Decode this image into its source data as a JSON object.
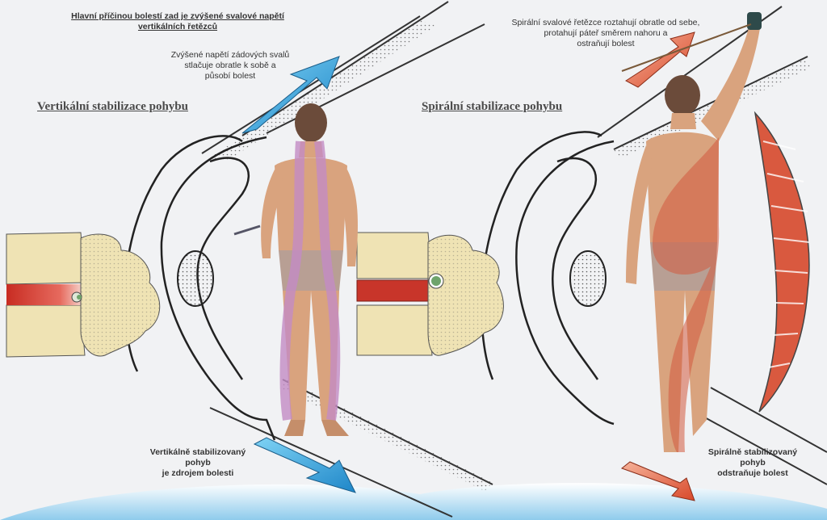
{
  "top_left": {
    "line1": "Hlavní příčinou bolestí zad je zvýšené svalové napětí",
    "line2": "vertikálních řetězců"
  },
  "left_note": {
    "line1": "Zvýšené napětí zádových svalů",
    "line2": "stlačuje obratle k sobě a",
    "line3": "působí bolest"
  },
  "right_note": {
    "line1": "Spirální svalové řetězce roztahují obratle od sebe,",
    "line2": "protahují páteř směrem nahoru a",
    "line3": "ostraňují bolest"
  },
  "headings": {
    "vertical": "Vertikální stabilizace pohybu",
    "spiral": "Spirální stabilizace pohybu"
  },
  "bottom_left": {
    "line1": "Vertikálně stabilizovaný",
    "line2": "pohyb",
    "line3": "je zdrojem bolesti"
  },
  "bottom_right": {
    "line1": "Spirálně stabilizovaný",
    "line2": "pohyb",
    "line3": "odstraňuje bolest"
  },
  "colors": {
    "background": "#f1f2f4",
    "vertebra": "#efe3b4",
    "disc": "#c8352a",
    "blue_arrow": "#3aa0d8",
    "orange_arrow": "#e2673d",
    "skin": "#d9a37e",
    "vertical_chain": "#c38bc4",
    "spiral_muscle": "#d25a3e",
    "floor": "#9fd0ec"
  },
  "icons": {
    "vertebra_left": "vertebra-compressed-icon",
    "vertebra_right": "vertebra-decompressed-icon",
    "arrow_down": "compression-arrow-icon",
    "arrow_up": "traction-arrow-icon"
  }
}
